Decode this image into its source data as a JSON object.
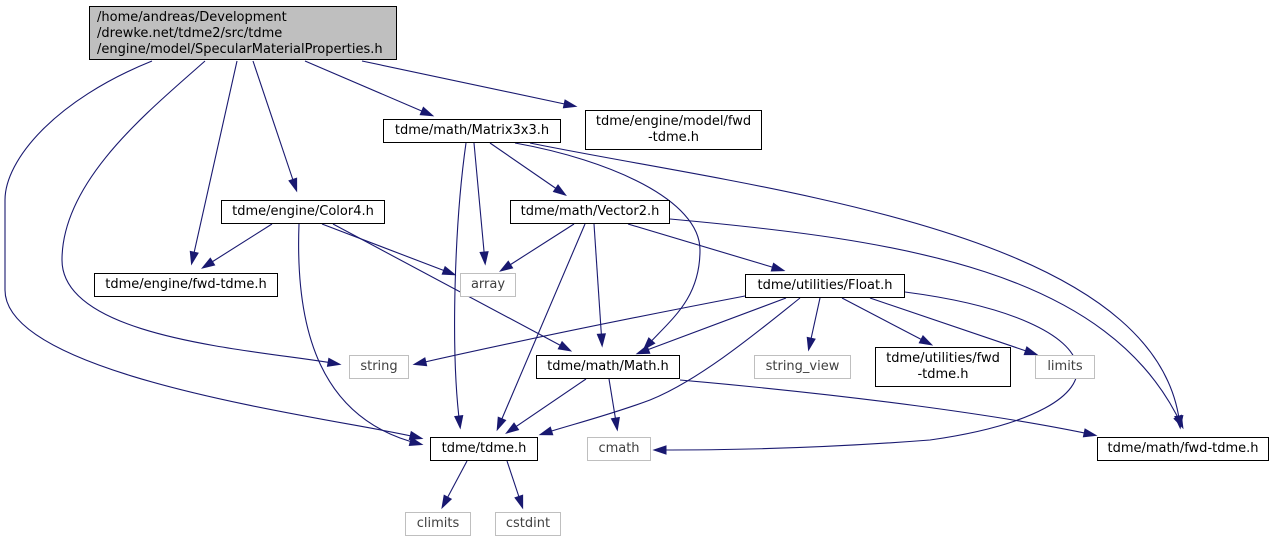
{
  "diagram": {
    "colors": {
      "edge": "#191970",
      "root_fill": "#bfbfbf",
      "node_border": "#000000",
      "system_border": "#bfbfbf"
    },
    "nodes": {
      "root": "/home/andreas/Development\n/drewke.net/tdme2/src/tdme\n/engine/model/SpecularMaterialProperties.h",
      "matrix3x3": "tdme/math/Matrix3x3.h",
      "model_fwd": "tdme/engine/model/fwd\n-tdme.h",
      "color4": "tdme/engine/Color4.h",
      "vector2": "tdme/math/Vector2.h",
      "engine_fwd": "tdme/engine/fwd-tdme.h",
      "array": "array",
      "float": "tdme/utilities/Float.h",
      "string": "string",
      "math": "tdme/math/Math.h",
      "string_view": "string_view",
      "utilities_fwd": "tdme/utilities/fwd\n-tdme.h",
      "limits": "limits",
      "tdme": "tdme/tdme.h",
      "cmath": "cmath",
      "math_fwd": "tdme/math/fwd-tdme.h",
      "climits": "climits",
      "cstdint": "cstdint"
    }
  }
}
